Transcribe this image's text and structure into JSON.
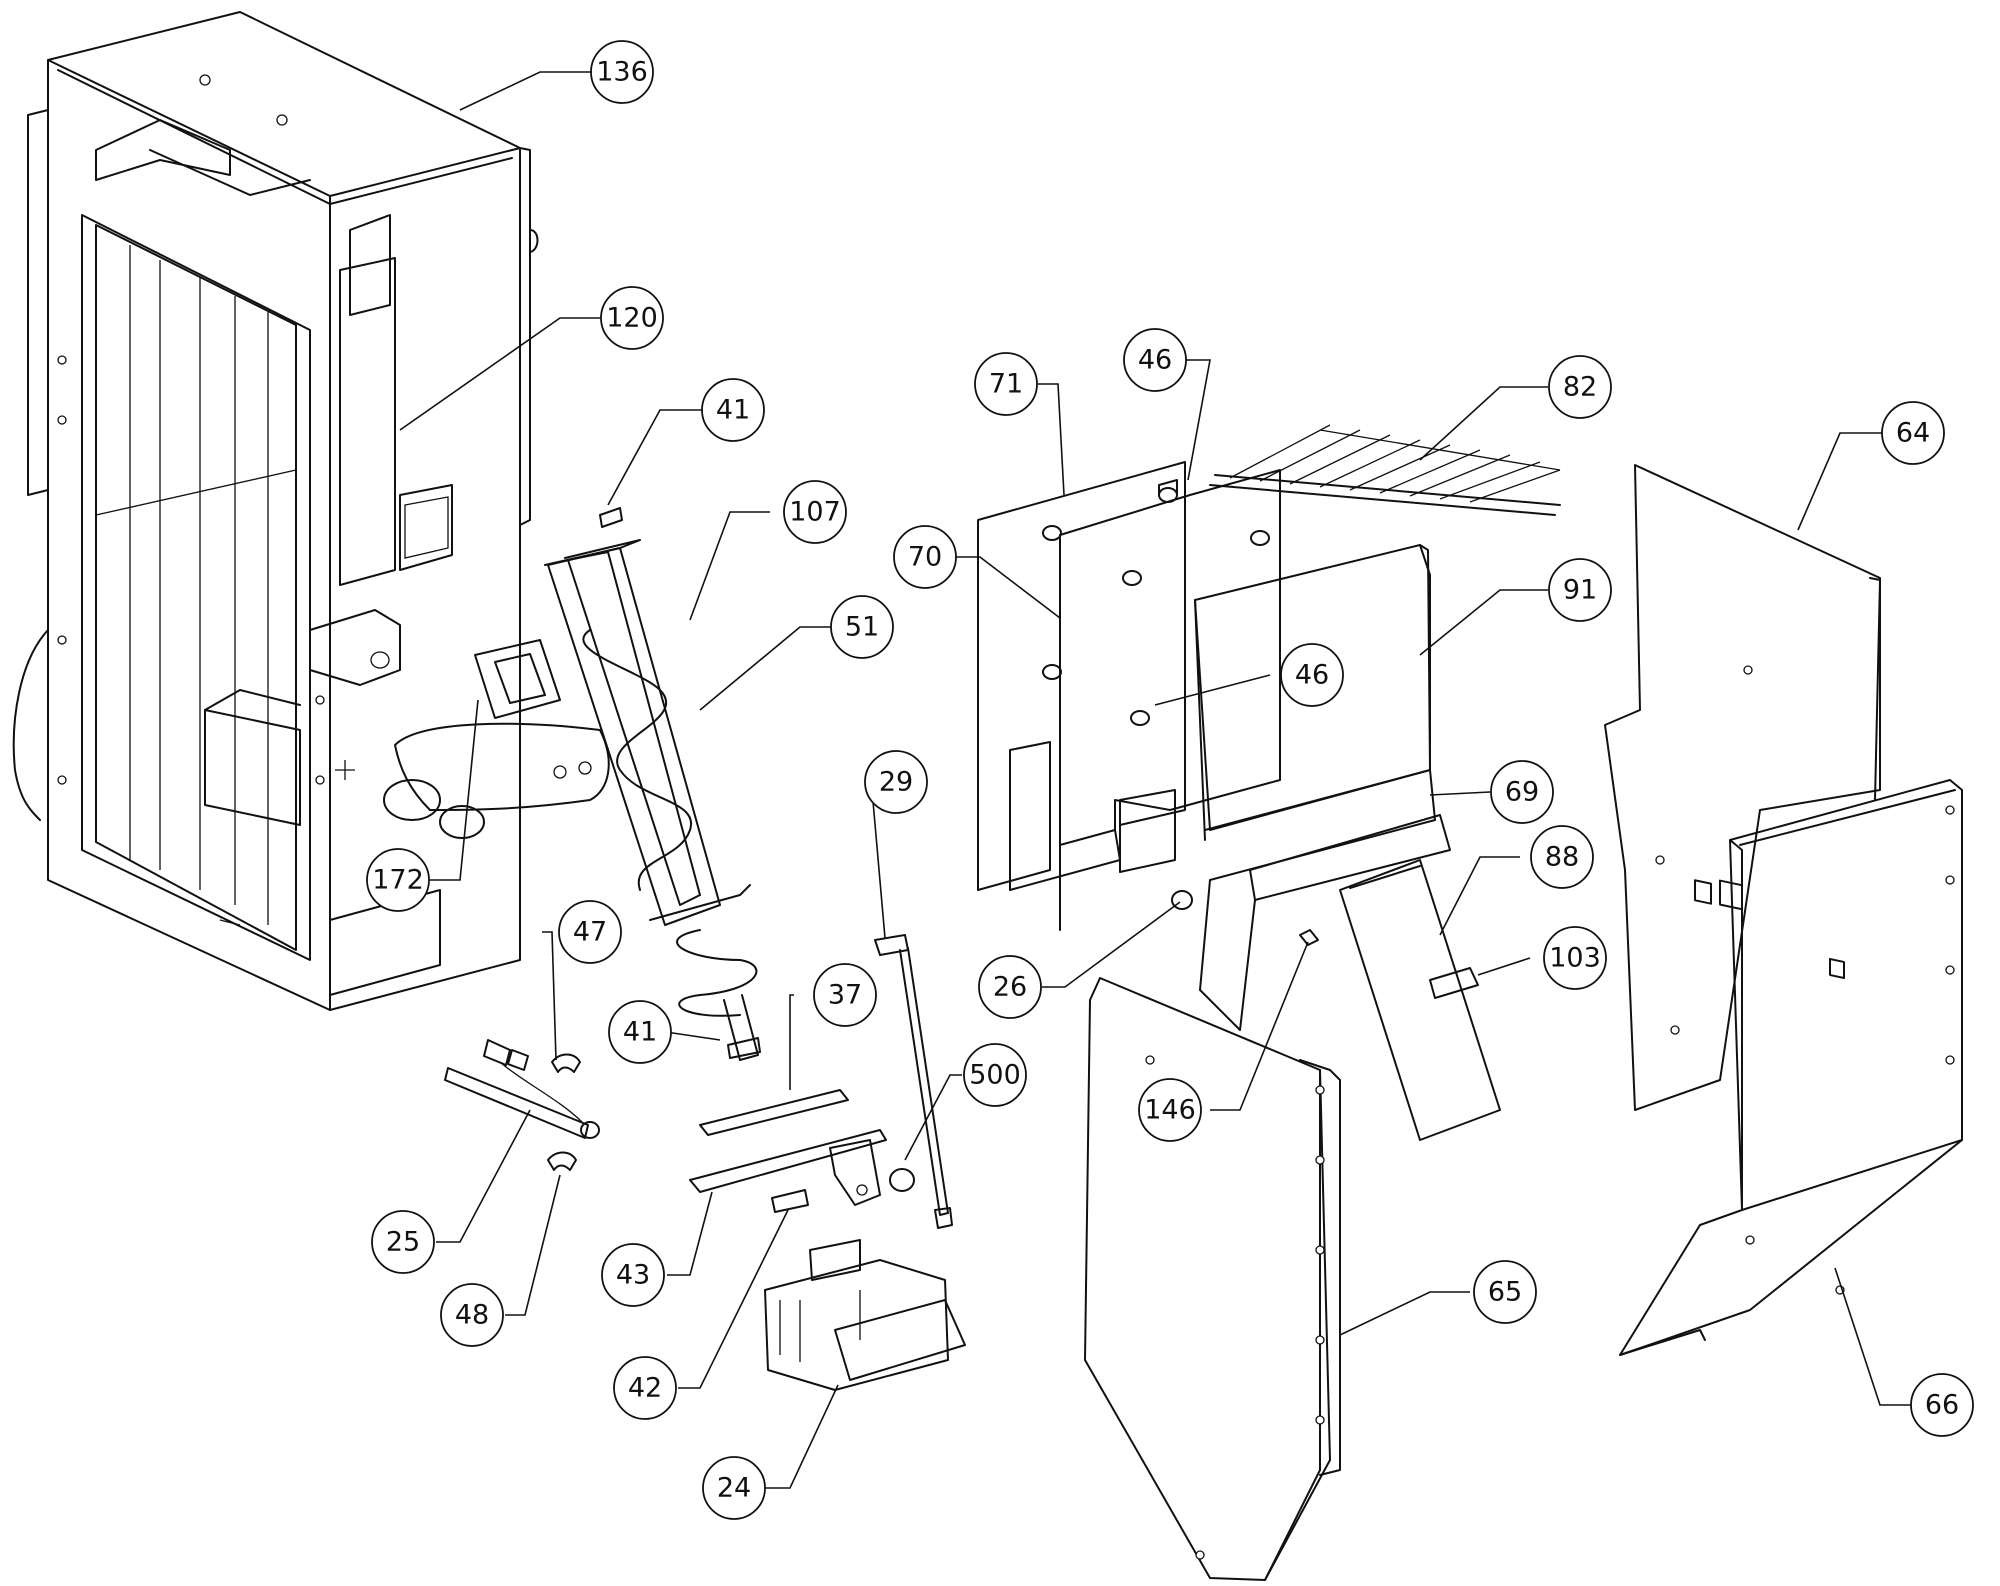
{
  "callouts": [
    {
      "id": "c136",
      "text": "136"
    },
    {
      "id": "c120",
      "text": "120"
    },
    {
      "id": "c41a",
      "text": "41"
    },
    {
      "id": "c107",
      "text": "107"
    },
    {
      "id": "c51",
      "text": "51"
    },
    {
      "id": "c172",
      "text": "172"
    },
    {
      "id": "c47",
      "text": "47"
    },
    {
      "id": "c41b",
      "text": "41"
    },
    {
      "id": "c37",
      "text": "37"
    },
    {
      "id": "c29",
      "text": "29"
    },
    {
      "id": "c500",
      "text": "500"
    },
    {
      "id": "c25",
      "text": "25"
    },
    {
      "id": "c48",
      "text": "48"
    },
    {
      "id": "c43",
      "text": "43"
    },
    {
      "id": "c42",
      "text": "42"
    },
    {
      "id": "c24",
      "text": "24"
    },
    {
      "id": "c71",
      "text": "71"
    },
    {
      "id": "c46a",
      "text": "46"
    },
    {
      "id": "c82",
      "text": "82"
    },
    {
      "id": "c70",
      "text": "70"
    },
    {
      "id": "c91",
      "text": "91"
    },
    {
      "id": "c46b",
      "text": "46"
    },
    {
      "id": "c69",
      "text": "69"
    },
    {
      "id": "c88",
      "text": "88"
    },
    {
      "id": "c103",
      "text": "103"
    },
    {
      "id": "c26",
      "text": "26"
    },
    {
      "id": "c146",
      "text": "146"
    },
    {
      "id": "c65",
      "text": "65"
    },
    {
      "id": "c64",
      "text": "64"
    },
    {
      "id": "c66",
      "text": "66"
    }
  ]
}
